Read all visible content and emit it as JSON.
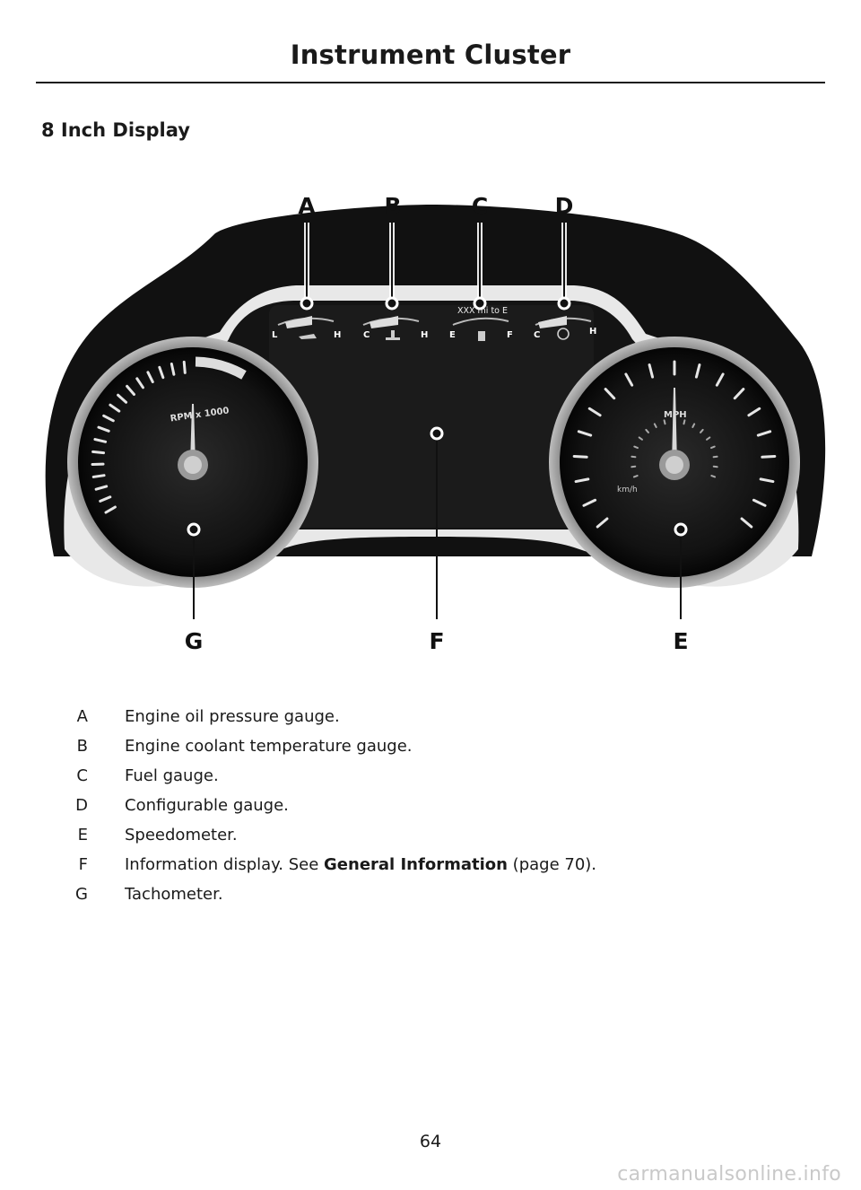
{
  "header": {
    "title": "Instrument Cluster"
  },
  "section": {
    "heading": "8 Inch Display"
  },
  "figure": {
    "callouts": {
      "a": "A",
      "b": "B",
      "c": "C",
      "d": "D",
      "e": "E",
      "f": "F",
      "g": "G"
    },
    "gauges": {
      "oil": {
        "low": "L",
        "high": "H"
      },
      "coolant": {
        "low": "C",
        "high": "H"
      },
      "fuel": {
        "empty": "E",
        "full": "F",
        "range_text": "XXX mi to E"
      },
      "configurable": {
        "low": "C",
        "high": "H"
      },
      "tachometer": {
        "label": "RPM x 1000"
      },
      "speedometer": {
        "label_primary": "MPH",
        "label_secondary": "km/h"
      }
    },
    "colors": {
      "bezel": "#111111",
      "trim": "#e8e8e8",
      "dial": "#161616",
      "needle": "#d8d8d8"
    }
  },
  "legend": {
    "items": [
      {
        "key": "A",
        "text": "Engine oil pressure gauge."
      },
      {
        "key": "B",
        "text": "Engine coolant temperature gauge."
      },
      {
        "key": "C",
        "text": "Fuel gauge."
      },
      {
        "key": "D",
        "text": "Configurable gauge."
      },
      {
        "key": "E",
        "text": "Speedometer."
      },
      {
        "key": "F",
        "text_before": "Information display. See",
        "link": "General Information",
        "text_after": "(page 70)."
      },
      {
        "key": "G",
        "text": "Tachometer."
      }
    ]
  },
  "footer": {
    "page_number": "64",
    "watermark": "carmanualsonline.info"
  }
}
